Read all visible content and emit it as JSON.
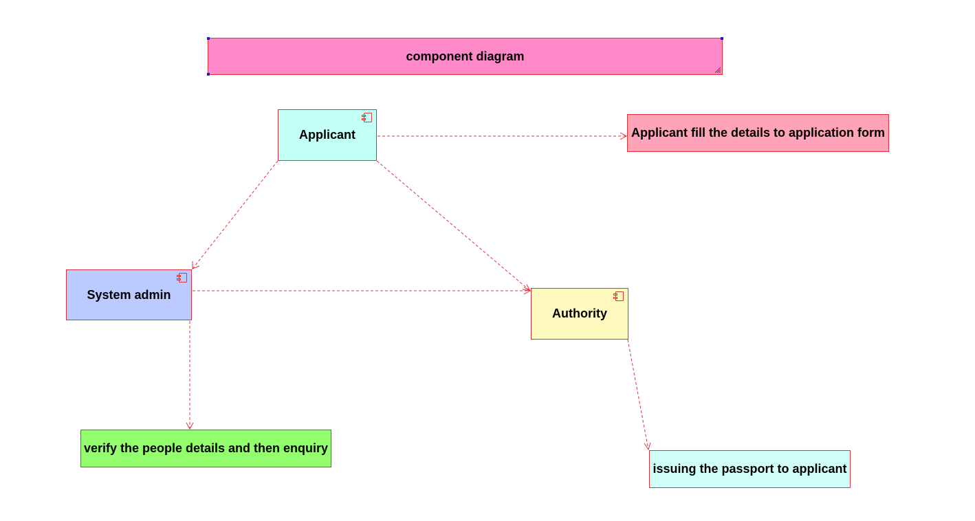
{
  "diagram": {
    "title": "component diagram",
    "components": {
      "applicant": "Applicant",
      "system_admin": "System admin",
      "authority": "Authority"
    },
    "notes": {
      "fill_form": "Applicant fill the details to application form",
      "verify": "verify the people details and then enquiry",
      "issue": "issuing the passport to applicant"
    }
  },
  "colors": {
    "border": "#e0303a",
    "connector": "#e0303a",
    "title_fill": "#ff88c8",
    "applicant_fill": "#c2fff4",
    "system_admin_fill": "#bccbff",
    "authority_fill": "#fffac0",
    "fill_form_note": "#ffa3b8",
    "verify_note": "#94ff6e",
    "issue_note": "#d0fff8",
    "selection_handle": "#1a1ad0"
  }
}
